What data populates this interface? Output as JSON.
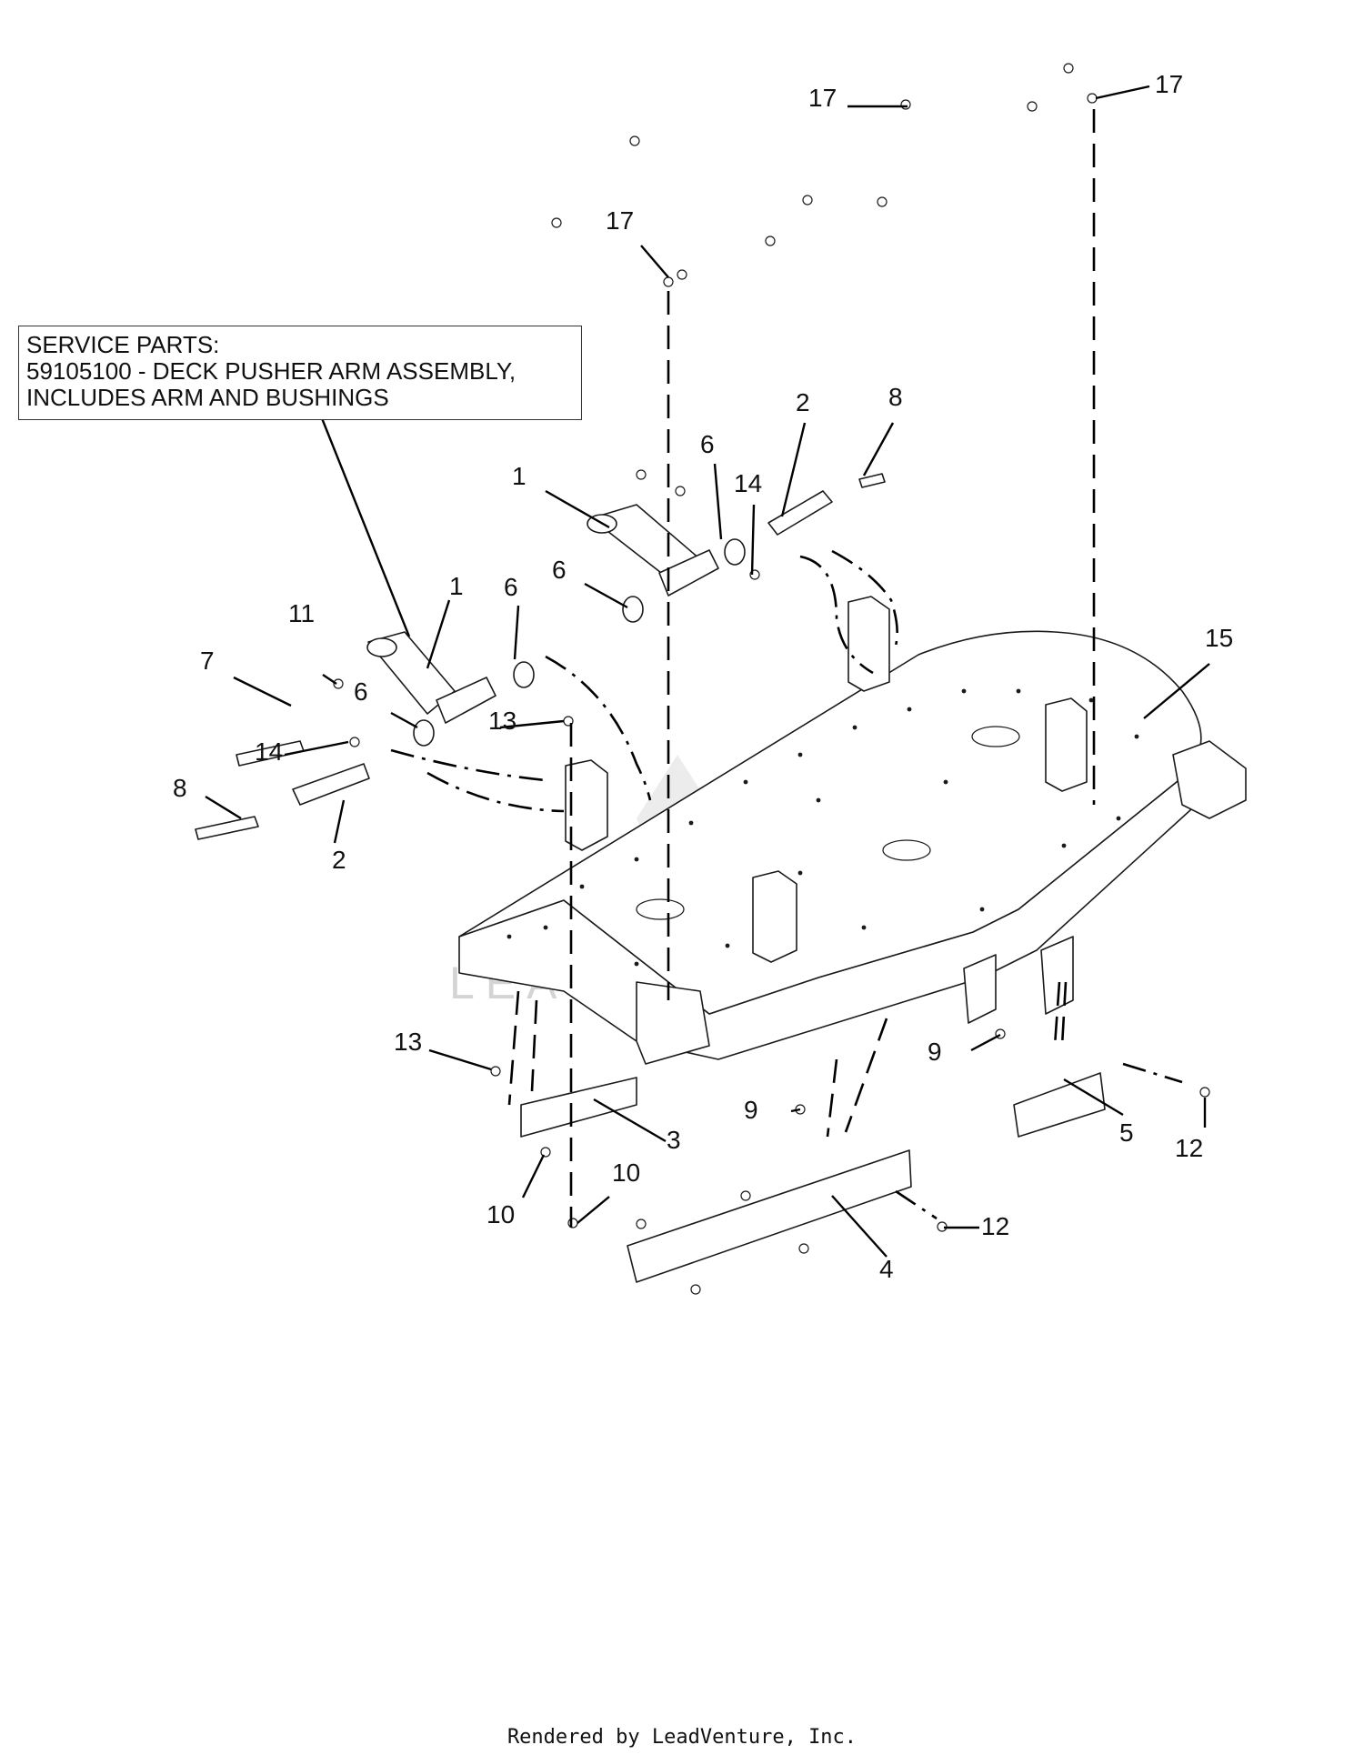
{
  "service_box": {
    "line1": "SERVICE PARTS:",
    "line2": "59105100 - DECK PUSHER ARM ASSEMBLY,",
    "line3": "INCLUDES ARM AND BUSHINGS"
  },
  "watermark": "LEADVENTURE",
  "footer": "Rendered by LeadVenture, Inc.",
  "callouts": [
    {
      "id": "c1",
      "label": "1"
    },
    {
      "id": "c2",
      "label": "1"
    },
    {
      "id": "c3",
      "label": "2"
    },
    {
      "id": "c4",
      "label": "2"
    },
    {
      "id": "c5",
      "label": "3"
    },
    {
      "id": "c6",
      "label": "4"
    },
    {
      "id": "c7",
      "label": "5"
    },
    {
      "id": "c8",
      "label": "6"
    },
    {
      "id": "c9",
      "label": "6"
    },
    {
      "id": "c10",
      "label": "6"
    },
    {
      "id": "c11",
      "label": "6"
    },
    {
      "id": "c12",
      "label": "7"
    },
    {
      "id": "c13",
      "label": "8"
    },
    {
      "id": "c14",
      "label": "8"
    },
    {
      "id": "c15",
      "label": "9"
    },
    {
      "id": "c16",
      "label": "9"
    },
    {
      "id": "c17",
      "label": "10"
    },
    {
      "id": "c18",
      "label": "10"
    },
    {
      "id": "c19",
      "label": "11"
    },
    {
      "id": "c20",
      "label": "12"
    },
    {
      "id": "c21",
      "label": "12"
    },
    {
      "id": "c22",
      "label": "13"
    },
    {
      "id": "c23",
      "label": "13"
    },
    {
      "id": "c24",
      "label": "14"
    },
    {
      "id": "c25",
      "label": "14"
    },
    {
      "id": "c26",
      "label": "15"
    },
    {
      "id": "c27",
      "label": "17"
    },
    {
      "id": "c28",
      "label": "17"
    },
    {
      "id": "c29",
      "label": "17"
    }
  ]
}
